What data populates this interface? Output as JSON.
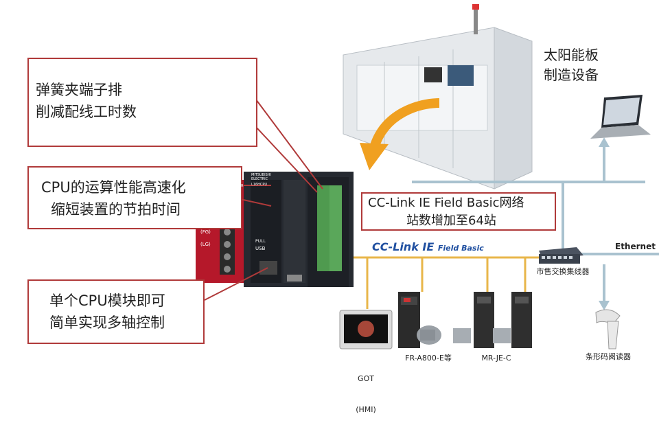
{
  "callouts": {
    "terminal": {
      "line1": "弹簧夹端子排",
      "line2": "削减配线工时数"
    },
    "cpu_speed": {
      "line1": "CPU的运算性能高速化",
      "line2": "缩短装置的节拍时间"
    },
    "cclink": {
      "line1": "CC-Link IE Field Basic网络",
      "line2": "站数增加至64站"
    },
    "multi_axis": {
      "line1": "单个CPU模块即可",
      "line2": "简单实现多轴控制"
    }
  },
  "machine_label": {
    "line1": "太阳能板",
    "line2": "制造设备"
  },
  "network": {
    "logo_main": "CC-Link IE",
    "logo_sub": "Field Basic",
    "ethernet_label": "Ethernet",
    "hub_label": "市售交换集线器"
  },
  "devices": {
    "got": {
      "line1": "GOT",
      "line2": "(HMI)"
    },
    "inverter": "FR-A800-E等",
    "servo": "MR-JE-C",
    "barcode": "条形码阅读器"
  },
  "plc_text": {
    "brand": "MITSUBISHI ELECTRIC",
    "model": "L16HCPU",
    "pull": "PULL",
    "usb": "USB",
    "fg": "(FG)",
    "lg": "(LG)",
    "power": "POWER"
  },
  "colors": {
    "callout_border": "#b03a3a",
    "network_line": "#e8b64a",
    "ethernet_line": "#a9c2cf",
    "arrow": "#f0a020",
    "logo_blue": "#1f4fa0"
  }
}
